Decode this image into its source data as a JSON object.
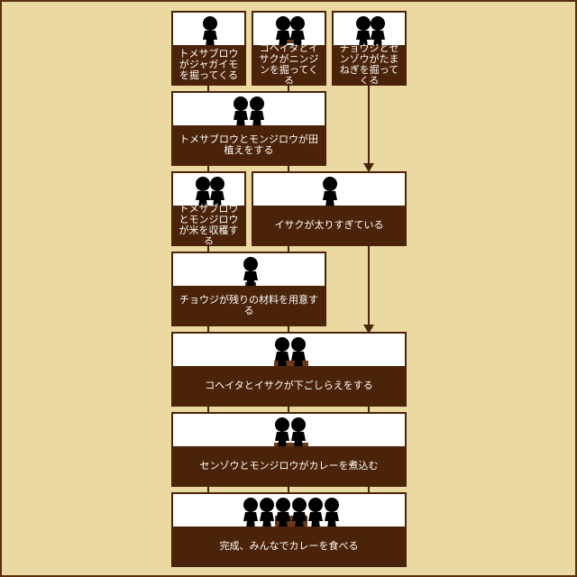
{
  "steps": {
    "s1": "トメサブロウがジャガイモを掘ってくる",
    "s2": "コヘイタとイサクがニンジンを掘ってくる",
    "s3": "チョウジとセンゾウがたまねぎを掘ってくる",
    "s4": "トメサブロウとモンジロウが田植えをする",
    "s5": "トメサブロウとモンジロウが米を収穫する",
    "s6": "イサクが太りすぎている",
    "s7": "チョウジが残りの材料を用意する",
    "s8": "コヘイタとイサクが下ごしらえをする",
    "s9": "センゾウとモンジロウがカレーを煮込む",
    "s10": "完成、みんなでカレーを食べる"
  },
  "colors": {
    "background": "#EAD9A0",
    "caption_bg": "#4A2308",
    "figure": "#000000",
    "prop": "#6B3A16"
  }
}
